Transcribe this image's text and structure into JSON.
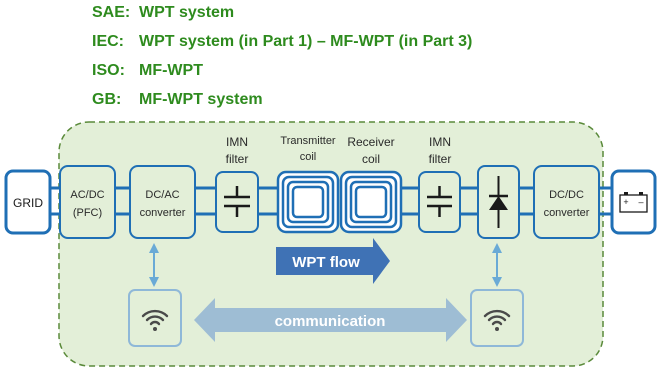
{
  "standards": [
    {
      "org": "SAE:",
      "term": "WPT system"
    },
    {
      "org": "IEC:",
      "term": "WPT system (in Part 1) – MF-WPT (in Part 3)"
    },
    {
      "org": "ISO:",
      "term": "MF-WPT"
    },
    {
      "org": "GB:",
      "term": "MF-WPT system"
    }
  ],
  "blocks": {
    "grid": "GRID",
    "acdc": [
      "AC/DC",
      "(PFC)"
    ],
    "dcac": [
      "DC/AC",
      "converter"
    ],
    "imn_left": [
      "IMN",
      "filter"
    ],
    "transmitter": [
      "Transmitter",
      "coil"
    ],
    "receiver": [
      "Receiver",
      "coil"
    ],
    "imn_right": [
      "IMN",
      "filter"
    ],
    "dcdc": [
      "DC/DC",
      "converter"
    ]
  },
  "flow_label": "WPT flow",
  "comm_label": "communication",
  "battery_plus": "+",
  "battery_minus": "–",
  "colors": {
    "standard_text": "#2e8b1e",
    "block_border": "#1f6fb5",
    "system_fill": "#e3efd8",
    "system_border": "#5a8a3a",
    "flow_arrow": "#3f72b5",
    "comm_arrow": "#9ebdd4",
    "comm_link": "#6aaad6",
    "wifi_icon": "#4a4a4a"
  }
}
